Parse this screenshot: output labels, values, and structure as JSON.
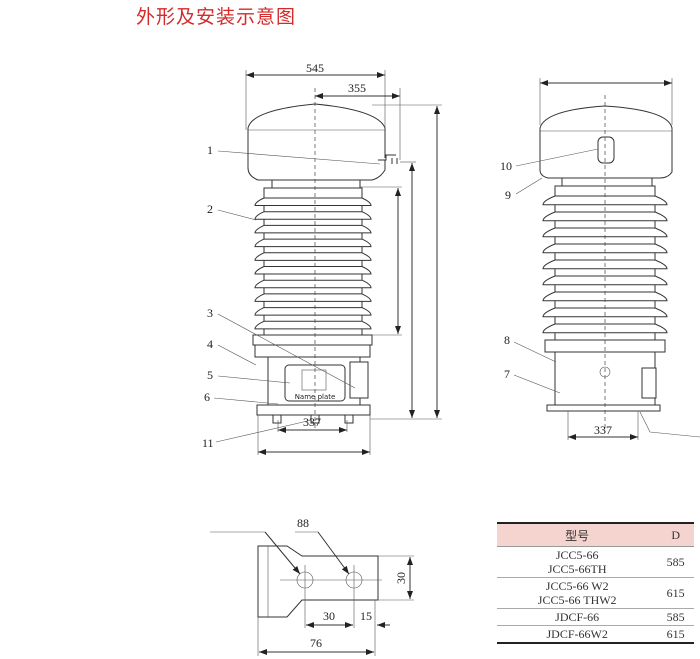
{
  "title": "外形及安装示意图",
  "front_view": {
    "dims": {
      "width_total": "545",
      "cap_offset": "355",
      "base_bolt_spacing": "337"
    },
    "callouts": [
      "1",
      "2",
      "3",
      "4",
      "5",
      "6",
      "11"
    ],
    "nameplate_text": "Name plate"
  },
  "side_view": {
    "dims": {
      "base_bolt_spacing": "337"
    },
    "callouts": [
      "10",
      "9",
      "8",
      "7"
    ]
  },
  "terminal_detail": {
    "dims": {
      "hole_spacing": "88",
      "height": "30",
      "hole_pitch": "30",
      "edge": "15",
      "length": "76"
    }
  },
  "spec_table": {
    "headers": [
      "型号",
      "D"
    ],
    "rows": [
      {
        "models": [
          "JCC5-66",
          "JCC5-66TH"
        ],
        "d": "585"
      },
      {
        "models": [
          "JCC5-66 W2",
          "JCC5-66 THW2"
        ],
        "d": "615"
      },
      {
        "models": [
          "JDCF-66"
        ],
        "d": "585"
      },
      {
        "models": [
          "JDCF-66W2"
        ],
        "d": "615"
      }
    ]
  },
  "colors": {
    "title": "#d42a2a",
    "table_header": "#f5d4cf"
  }
}
